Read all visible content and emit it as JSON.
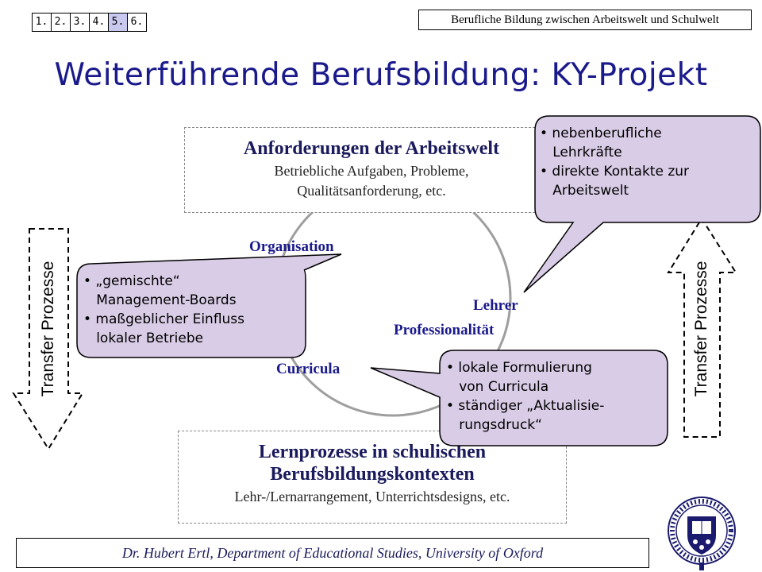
{
  "nav": {
    "items": [
      "1.",
      "2.",
      "3.",
      "4.",
      "5.",
      "6."
    ],
    "active_index": 4
  },
  "header": {
    "label": "Berufliche Bildung zwischen Arbeitswelt und Schulwelt"
  },
  "title": "Weiterführende Berufsbildung: KY-Projekt",
  "box_top": {
    "title": "Anforderungen der Arbeitswelt",
    "line1": "Betriebliche Aufgaben, Probleme,",
    "line2": "Qualitätsanforderung, etc."
  },
  "box_bottom": {
    "title1": "Lernprozesse in schulischen",
    "title2": "Berufsbildungskontexten",
    "line1": "Lehr-/Lernarrangement, Unterrichtsdesigns, etc."
  },
  "cycle": {
    "organisation": "Organisation",
    "lehrer1": "Lehrer",
    "lehrer2": "Professionalität",
    "curricula": "Curricula"
  },
  "bubble_left": [
    "• „gemischte“",
    "   Management-Boards",
    "• maßgeblicher Einfluss",
    "   lokaler Betriebe"
  ],
  "bubble_right_top": [
    "• nebenberufliche",
    "   Lehrkräfte",
    "• direkte Kontakte zur",
    "   Arbeitswelt"
  ],
  "bubble_right_bottom": [
    "• lokale Formulierung",
    "   von Curricula",
    "• ständiger „Aktualisie-",
    "   rungsdruck“"
  ],
  "arrows": {
    "left": "Transfer Prozesse",
    "right": "Transfer Prozesse"
  },
  "footer": "Dr. Hubert Ertl, Department of Educational Studies, University of Oxford",
  "colors": {
    "title": "#1a1a8c",
    "bubble_fill": "#d9cce6",
    "nav_active": "#c9c9f0",
    "seal": "#1a1a6e"
  }
}
